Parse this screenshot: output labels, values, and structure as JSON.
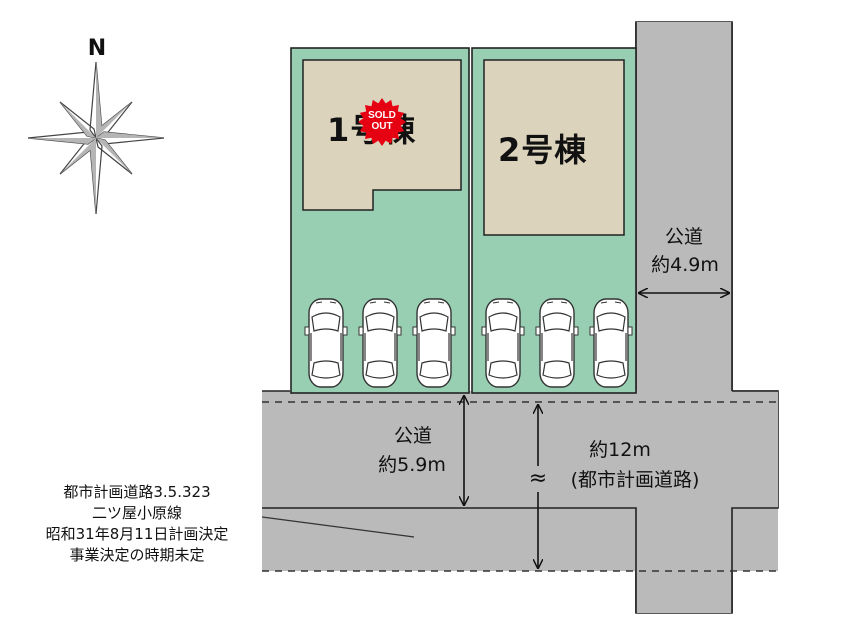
{
  "compass": {
    "north_label": "N",
    "icon": "compass-rose-icon"
  },
  "lots": [
    {
      "label": "1号棟",
      "sold": true
    },
    {
      "label": "2号棟",
      "sold": false
    }
  ],
  "sold_badge": {
    "line1": "SOLD",
    "line2": "OUT",
    "color": "#e50012"
  },
  "roads": {
    "east_road": {
      "line1": "公道",
      "line2": "約4.9m"
    },
    "south_road": {
      "line1": "公道",
      "line2": "約5.9m"
    },
    "planned_road": {
      "line1": "約12m",
      "line2": "(都市計画道路)",
      "break_symbol": "≈"
    }
  },
  "city_plan_note": {
    "lines": [
      "都市計画道路3.5.323",
      "二ツ屋小原線",
      "昭和31年8月11日計画決定",
      "事業決定の時期未定"
    ]
  },
  "colors": {
    "lot_green": "#98cfb2",
    "building_beige": "#dcd3bc",
    "road_gray": "#bababa"
  }
}
